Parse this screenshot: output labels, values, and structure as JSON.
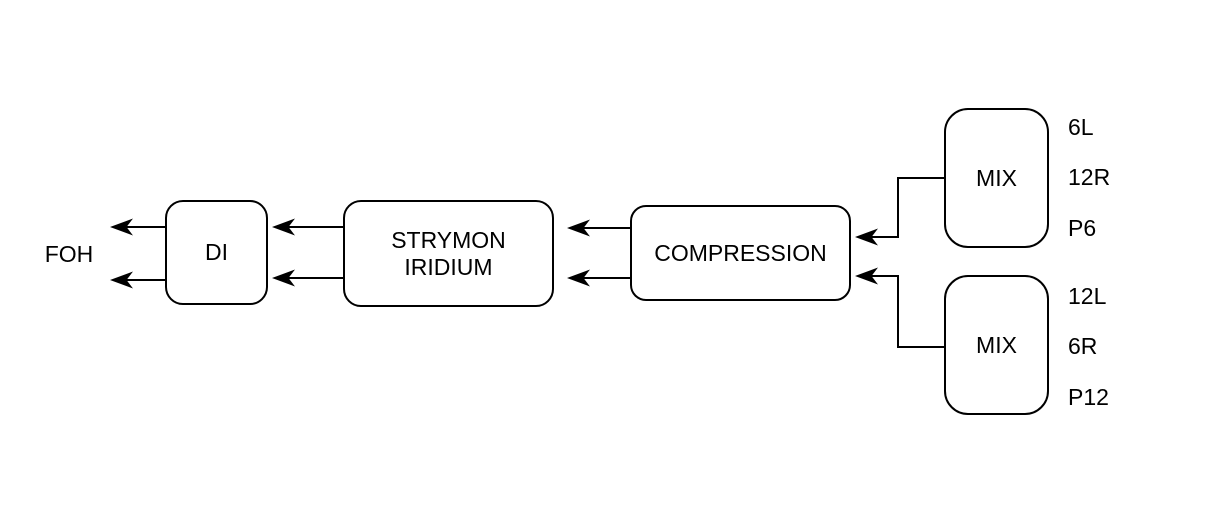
{
  "diagram": {
    "description": "Audio signal flow diagram",
    "foh_label": "FOH",
    "nodes": {
      "di": {
        "label": "DI"
      },
      "strymon": {
        "line1": "STRYMON",
        "line2": "IRIDIUM"
      },
      "compression": {
        "label": "COMPRESSION"
      },
      "mix_top": {
        "label": "MIX",
        "ports": [
          "6L",
          "12R",
          "P6"
        ]
      },
      "mix_bottom": {
        "label": "MIX",
        "ports": [
          "12L",
          "6R",
          "P12"
        ]
      }
    },
    "colors": {
      "stroke": "#000000",
      "background": "#ffffff"
    }
  }
}
